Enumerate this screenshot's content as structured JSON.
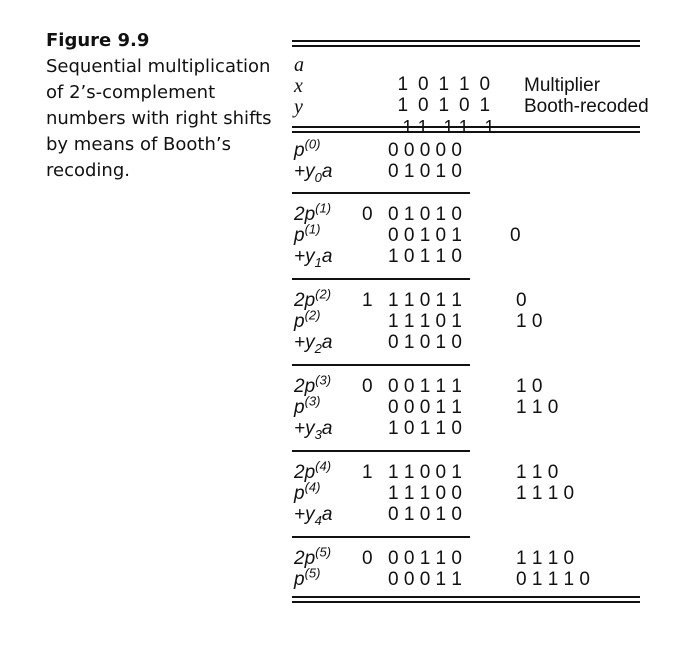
{
  "figure": {
    "label": "Figure 9.9",
    "caption": "Sequential multiplication of 2’s-complement numbers with right shifts by means of Booth’s recoding."
  },
  "operands": {
    "a": {
      "label": "a",
      "bits": [
        "1",
        "0",
        "1",
        "1",
        "0"
      ],
      "note": ""
    },
    "x": {
      "label": "x",
      "bits": [
        "1",
        "0",
        "1",
        "0",
        "1"
      ],
      "note": "Multiplier"
    },
    "y": {
      "label": "y",
      "bits": [
        "−1",
        "1",
        "−1",
        "1",
        "−1"
      ],
      "note": "Booth-recoded"
    }
  },
  "steps": [
    {
      "rows": [
        {
          "pre": "p",
          "sup": "(0)",
          "sub": "",
          "post": "",
          "lead": "",
          "bits": "0 0 0 0 0",
          "shifted": ""
        },
        {
          "pre": "+y",
          "sup": "",
          "sub": "0",
          "post": "a",
          "lead": "",
          "bits": "0 1 0 1 0",
          "shifted": ""
        }
      ]
    },
    {
      "rows": [
        {
          "pre": "2p",
          "sup": "(1)",
          "sub": "",
          "post": "",
          "lead": "0",
          "bits": "0 1 0 1 0",
          "shifted": ""
        },
        {
          "pre": "p",
          "sup": "(1)",
          "sub": "",
          "post": "",
          "lead": "",
          "bits": "0 0 1 0 1",
          "shifted": "0"
        },
        {
          "pre": "+y",
          "sup": "",
          "sub": "1",
          "post": "a",
          "lead": "",
          "bits": "1 0 1 1 0",
          "shifted": ""
        }
      ]
    },
    {
      "rows": [
        {
          "pre": "2p",
          "sup": "(2)",
          "sub": "",
          "post": "",
          "lead": "1",
          "bits": "1 1 0 1 1",
          "shifted": "0"
        },
        {
          "pre": "p",
          "sup": "(2)",
          "sub": "",
          "post": "",
          "lead": "",
          "bits": "1 1 1 0 1",
          "shifted": "1 0"
        },
        {
          "pre": "+y",
          "sup": "",
          "sub": "2",
          "post": "a",
          "lead": "",
          "bits": "0 1 0 1 0",
          "shifted": ""
        }
      ]
    },
    {
      "rows": [
        {
          "pre": "2p",
          "sup": "(3)",
          "sub": "",
          "post": "",
          "lead": "0",
          "bits": "0 0 1 1 1",
          "shifted": "1 0"
        },
        {
          "pre": "p",
          "sup": "(3)",
          "sub": "",
          "post": "",
          "lead": "",
          "bits": "0 0 0 1 1",
          "shifted": "1 1 0"
        },
        {
          "pre": "+y",
          "sup": "",
          "sub": "3",
          "post": "a",
          "lead": "",
          "bits": "1 0 1 1 0",
          "shifted": ""
        }
      ]
    },
    {
      "rows": [
        {
          "pre": "2p",
          "sup": "(4)",
          "sub": "",
          "post": "",
          "lead": "1",
          "bits": "1 1 0 0 1",
          "shifted": "1 1 0"
        },
        {
          "pre": "p",
          "sup": "(4)",
          "sub": "",
          "post": "",
          "lead": "",
          "bits": "1 1 1 0 0",
          "shifted": "1 1 1 0"
        },
        {
          "pre": "+y",
          "sup": "",
          "sub": "4",
          "post": "a",
          "lead": "",
          "bits": "0 1 0 1 0",
          "shifted": ""
        }
      ]
    },
    {
      "rows": [
        {
          "pre": "2p",
          "sup": "(5)",
          "sub": "",
          "post": "",
          "lead": "0",
          "bits": "0 0 1 1 0",
          "shifted": "1 1 1 0"
        },
        {
          "pre": "p",
          "sup": "(5)",
          "sub": "",
          "post": "",
          "lead": "",
          "bits": "0 0 0 1 1",
          "shifted": "0 1 1 1 0"
        }
      ]
    }
  ]
}
